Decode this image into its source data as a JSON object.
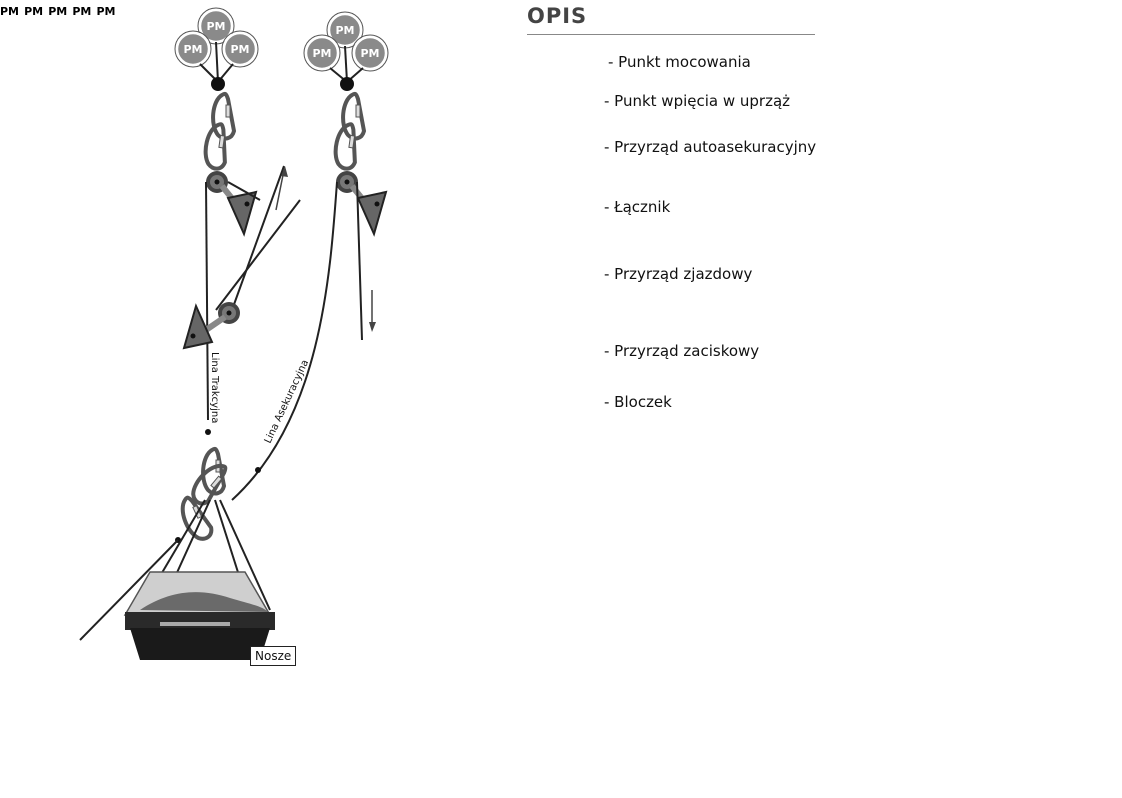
{
  "legend": {
    "title": "OPIS",
    "items": [
      {
        "icon": "anchor-point-icon",
        "icon_text": "PM",
        "label": "- Punkt mocowania"
      },
      {
        "icon": "harness-attachment-icon",
        "label": "- Punkt wpięcia w uprząż"
      },
      {
        "icon": "fall-arrester-icon",
        "label": "- Przyrząd autoasekuracyjny"
      },
      {
        "icon": "carabiner-icon",
        "label": "- Łącznik"
      },
      {
        "icon": "descender-icon",
        "label": "- Przyrząd zjazdowy"
      },
      {
        "icon": "rope-clamp-icon",
        "label": "- Przyrząd zaciskowy"
      },
      {
        "icon": "pulley-icon",
        "label": "- Bloczek"
      }
    ]
  },
  "anchor_label": "PM",
  "ropes": {
    "traction": "Lina Trakcyjna",
    "belay": "Lina Asekuracyjna"
  },
  "stretcher_label": "Nosze",
  "colors": {
    "anchor_fill": "#8a8a8a",
    "device_fill": "#7a7a7a",
    "silhouette": "#111111",
    "rope": "#1a1a1a"
  }
}
